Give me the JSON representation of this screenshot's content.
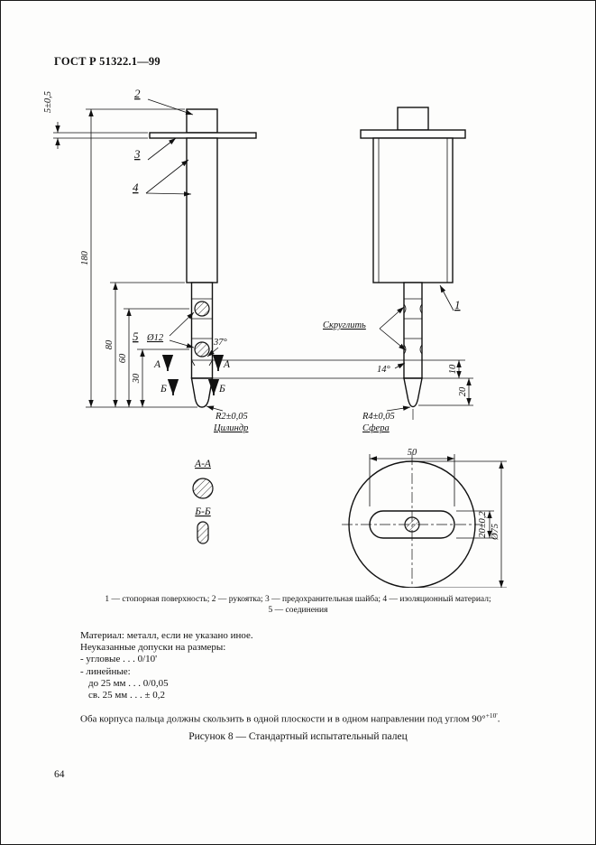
{
  "page": {
    "header": "ГОСТ Р 51322.1—99",
    "page_number": "64",
    "caption": "Рисунок 8 — Стандартный испытательный палец"
  },
  "figure_legend": {
    "line1": "1 — стопорная поверхность; 2 — рукоятка; 3 — предохранительная шайба; 4 — изоляционный материал;",
    "line2": "5 — соединения"
  },
  "notes": {
    "material": "Материал: металл, если не указано иное.",
    "tol_title": "Неуказанные допуски на размеры:",
    "tol_angular": "- угловые . . . 0/10'",
    "tol_linear": "- линейные:",
    "tol_upto": "до 25 мм . . . 0/0,05",
    "tol_over": "св. 25 мм . . . ± 0,2",
    "sliding_prefix": "Оба корпуса пальца должны скользить в одной плоскости и в одном направлении под углом 90°",
    "sliding_sup": "+10'",
    "sliding_suffix": "."
  },
  "drawing": {
    "callout_1": "1",
    "callout_2": "2",
    "callout_3": "3",
    "callout_4": "4",
    "callout_5": "5",
    "dim_washer": "5±0,5",
    "dim_180": "180",
    "dim_80": "80",
    "dim_60": "60",
    "dim_30": "30",
    "dim_d12": "Ø12",
    "angle_37": "37°",
    "angle_14": "14°",
    "dim_10": "10",
    "dim_20": "20",
    "r2": "R2±0,05",
    "cylinder": "Цилиндр",
    "r4": "R4±0,05",
    "sphere": "Сфера",
    "round_off": "Скруглить",
    "sec_a": "А",
    "sec_b": "Б",
    "sec_aa": "А-А",
    "sec_bb": "Б-Б",
    "dim_50": "50",
    "dim_slot": "20±0,2",
    "dim_d75": "Ø75"
  }
}
